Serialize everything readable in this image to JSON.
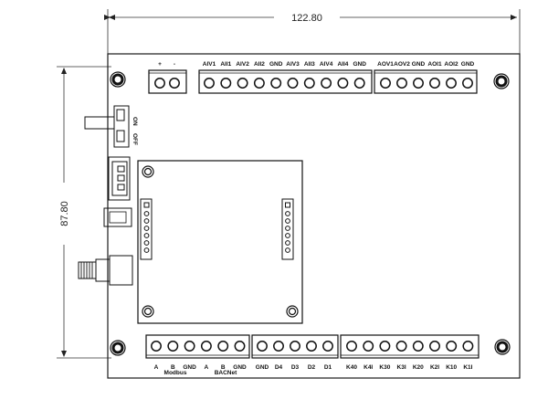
{
  "dimensions": {
    "width": "122.80",
    "height": "87.80"
  },
  "switch": {
    "on_label": "ON",
    "off_label": "OFF"
  },
  "top_terminals": {
    "power": [
      "+",
      "-"
    ],
    "analog_inputs": [
      "AIV1",
      "AII1",
      "AIV2",
      "AII2",
      "GND",
      "AIV3",
      "AII3",
      "AIV4",
      "AII4",
      "GND"
    ],
    "analog_outputs": [
      "AOV1",
      "AOV2",
      "GND",
      "AOI1",
      "AOI2",
      "GND"
    ]
  },
  "bottom_terminals": {
    "bus": [
      "A",
      "B",
      "GND",
      "A",
      "B",
      "GND"
    ],
    "bus_groups": [
      "Modbus",
      "BACNet"
    ],
    "digital_inputs": [
      "GND",
      "D4",
      "D3",
      "D2",
      "D1"
    ],
    "relays": [
      "K40",
      "K4I",
      "K30",
      "K3I",
      "K20",
      "K2I",
      "K10",
      "K1I"
    ]
  },
  "colors": {
    "line": "#1a1a1a",
    "background": "#ffffff"
  }
}
